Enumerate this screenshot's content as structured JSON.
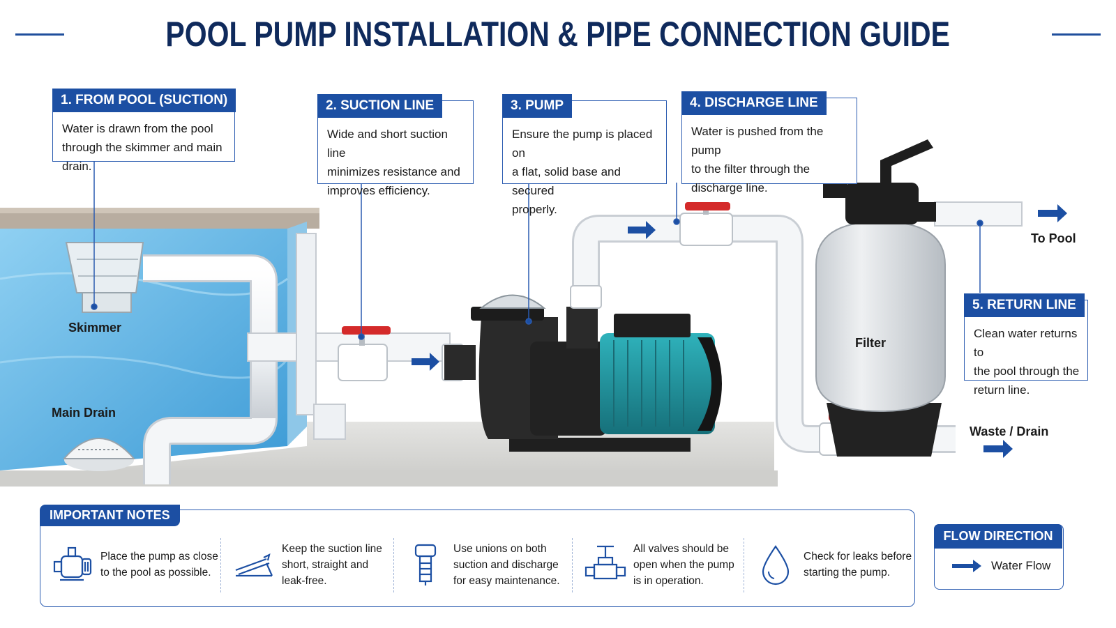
{
  "title": "POOL PUMP INSTALLATION & PIPE CONNECTION GUIDE",
  "callouts": [
    {
      "heading": "1. FROM POOL (SUCTION)",
      "lines": [
        "Water is drawn from the pool",
        "through the skimmer and main drain."
      ]
    },
    {
      "heading": "2. SUCTION LINE",
      "lines": [
        "Wide and short suction line",
        "minimizes resistance and",
        "improves efficiency."
      ]
    },
    {
      "heading": "3. PUMP",
      "lines": [
        "Ensure the pump is placed on",
        "a flat, solid base and secured",
        "properly."
      ]
    },
    {
      "heading": "4. DISCHARGE LINE",
      "lines": [
        "Water is pushed from the pump",
        "to the filter through the",
        "discharge line."
      ]
    },
    {
      "heading": "5. RETURN LINE",
      "lines": [
        "Clean water returns to",
        "the pool through the",
        "return line."
      ]
    }
  ],
  "labels": {
    "skimmer": "Skimmer",
    "main_drain": "Main Drain",
    "filter": "Filter",
    "to_pool": "To Pool",
    "waste_drain": "Waste / Drain"
  },
  "notes": {
    "heading": "IMPORTANT NOTES",
    "items": [
      {
        "icon": "pump-icon",
        "lines": [
          "Place the pump as close",
          "to the pool as possible."
        ]
      },
      {
        "icon": "slope-pipe-icon",
        "lines": [
          "Keep the suction line",
          "short, straight and",
          "leak-free."
        ]
      },
      {
        "icon": "union-fitting-icon",
        "lines": [
          "Use unions on both",
          "suction and discharge",
          "for easy maintenance."
        ]
      },
      {
        "icon": "valve-icon",
        "lines": [
          "All valves should be",
          "open when the pump",
          "is in operation."
        ]
      },
      {
        "icon": "water-drop-icon",
        "lines": [
          "Check for leaks before",
          "starting the pump."
        ]
      }
    ]
  },
  "flow_direction": {
    "heading": "FLOW DIRECTION",
    "item": "Water Flow",
    "icon": "arrow-right-icon"
  },
  "colors": {
    "accent": "#1c4fa3",
    "title": "#0f2a5c",
    "pump_body": "#1f8f98",
    "valve_handle": "#d42a2a",
    "pool_water": "#5fb6e4"
  }
}
